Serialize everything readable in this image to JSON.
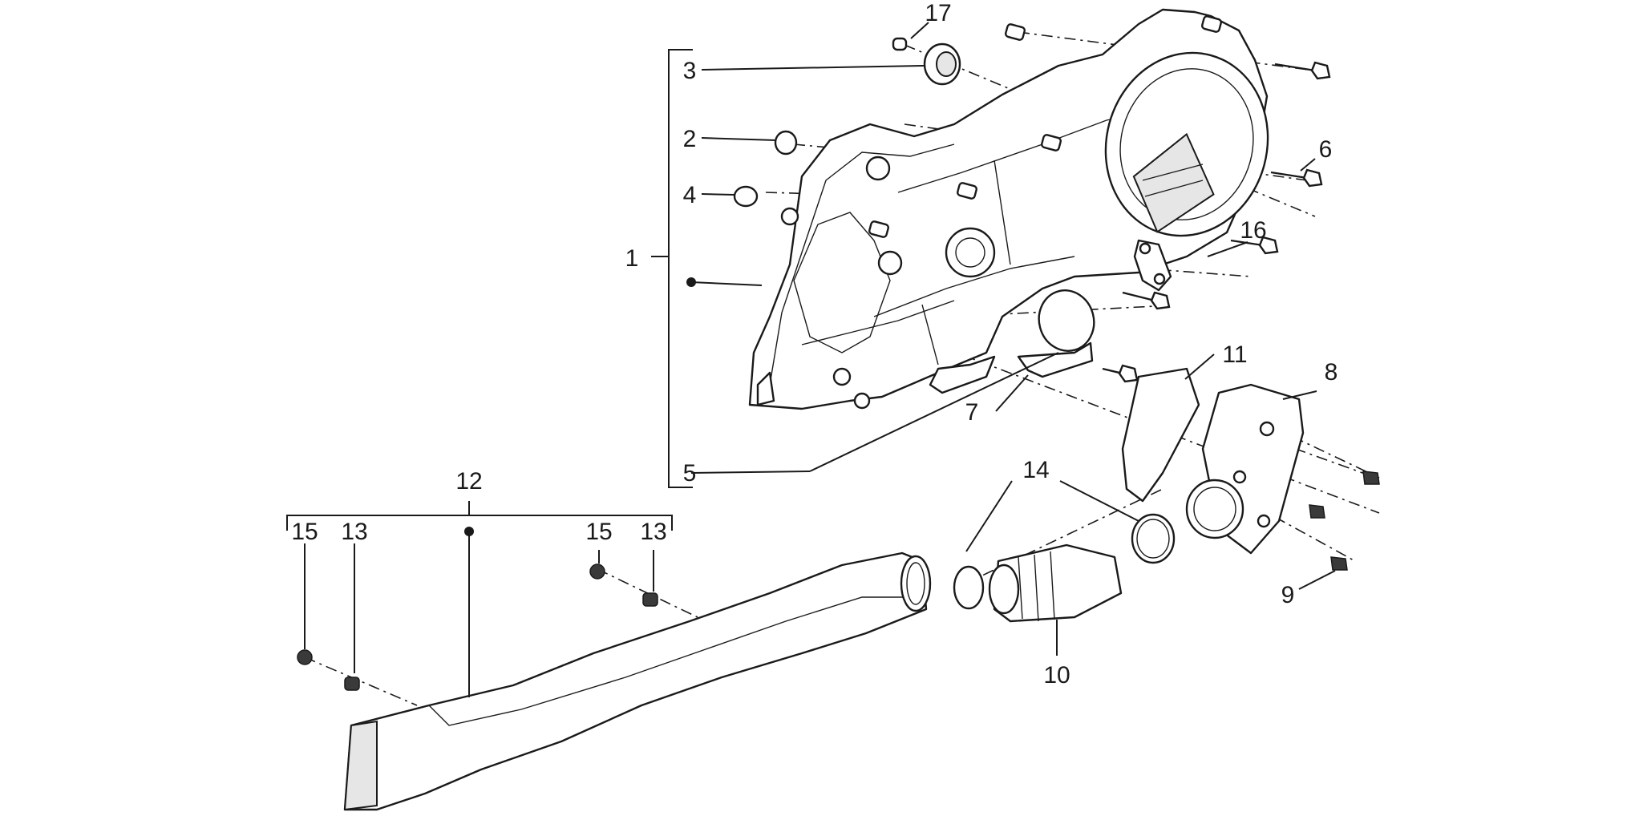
{
  "diagram": {
    "callouts": {
      "c1": "1",
      "c2": "2",
      "c3": "3",
      "c4": "4",
      "c5": "5",
      "c6": "6",
      "c7": "7",
      "c8": "8",
      "c9": "9",
      "c10": "10",
      "c11": "11",
      "c12": "12",
      "c13a": "13",
      "c13b": "13",
      "c14": "14",
      "c15a": "15",
      "c15b": "15",
      "c16": "16",
      "c17": "17"
    }
  }
}
